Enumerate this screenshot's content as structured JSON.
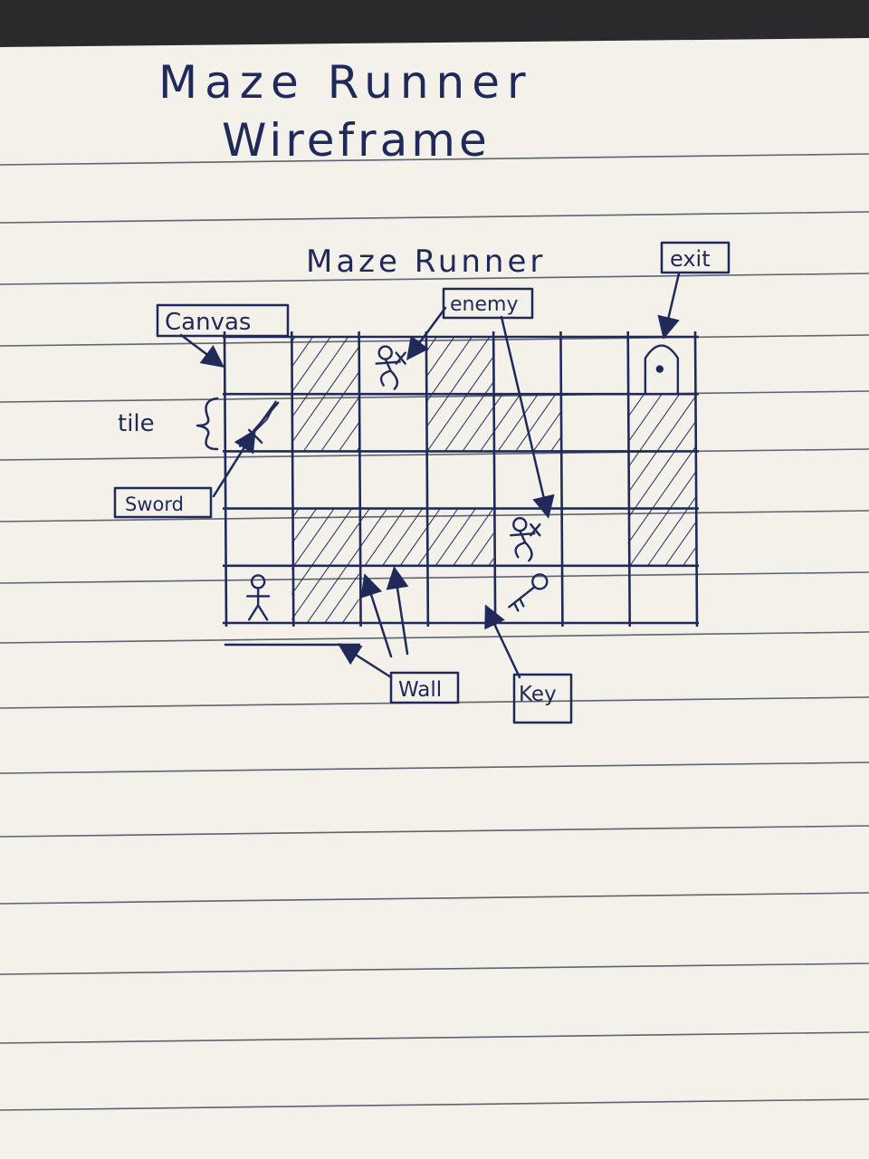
{
  "page": {
    "title_line1": "Maze Runner",
    "title_line2": "Wireframe"
  },
  "diagram": {
    "heading": "Maze Runner",
    "labels": {
      "canvas": "Canvas",
      "enemy": "enemy",
      "exit": "exit",
      "tile": "tile",
      "sword": "Sword",
      "wall": "Wall",
      "key": "Key"
    },
    "grid": {
      "rows": 5,
      "cols": 7,
      "cells": [
        [
          "empty",
          "wall",
          "enemy",
          "wall",
          "empty",
          "empty",
          "exit"
        ],
        [
          "sword",
          "wall",
          "empty",
          "wall",
          "wall",
          "empty",
          "wall"
        ],
        [
          "empty",
          "empty",
          "empty",
          "empty",
          "empty",
          "empty",
          "wall"
        ],
        [
          "empty",
          "wall",
          "wall",
          "wall",
          "enemy",
          "empty",
          "wall"
        ],
        [
          "player",
          "wall",
          "empty",
          "empty",
          "key",
          "empty",
          "empty"
        ]
      ]
    },
    "icons": {
      "player": "stick-figure-icon",
      "enemy": "enemy-figure-icon",
      "sword": "sword-icon",
      "key": "key-icon",
      "exit": "door-icon"
    },
    "colors": {
      "ink": "#1f2a5a",
      "paper": "#f3f1ea",
      "rule": "#5f6470",
      "backdrop": "#2a2a2c"
    }
  }
}
